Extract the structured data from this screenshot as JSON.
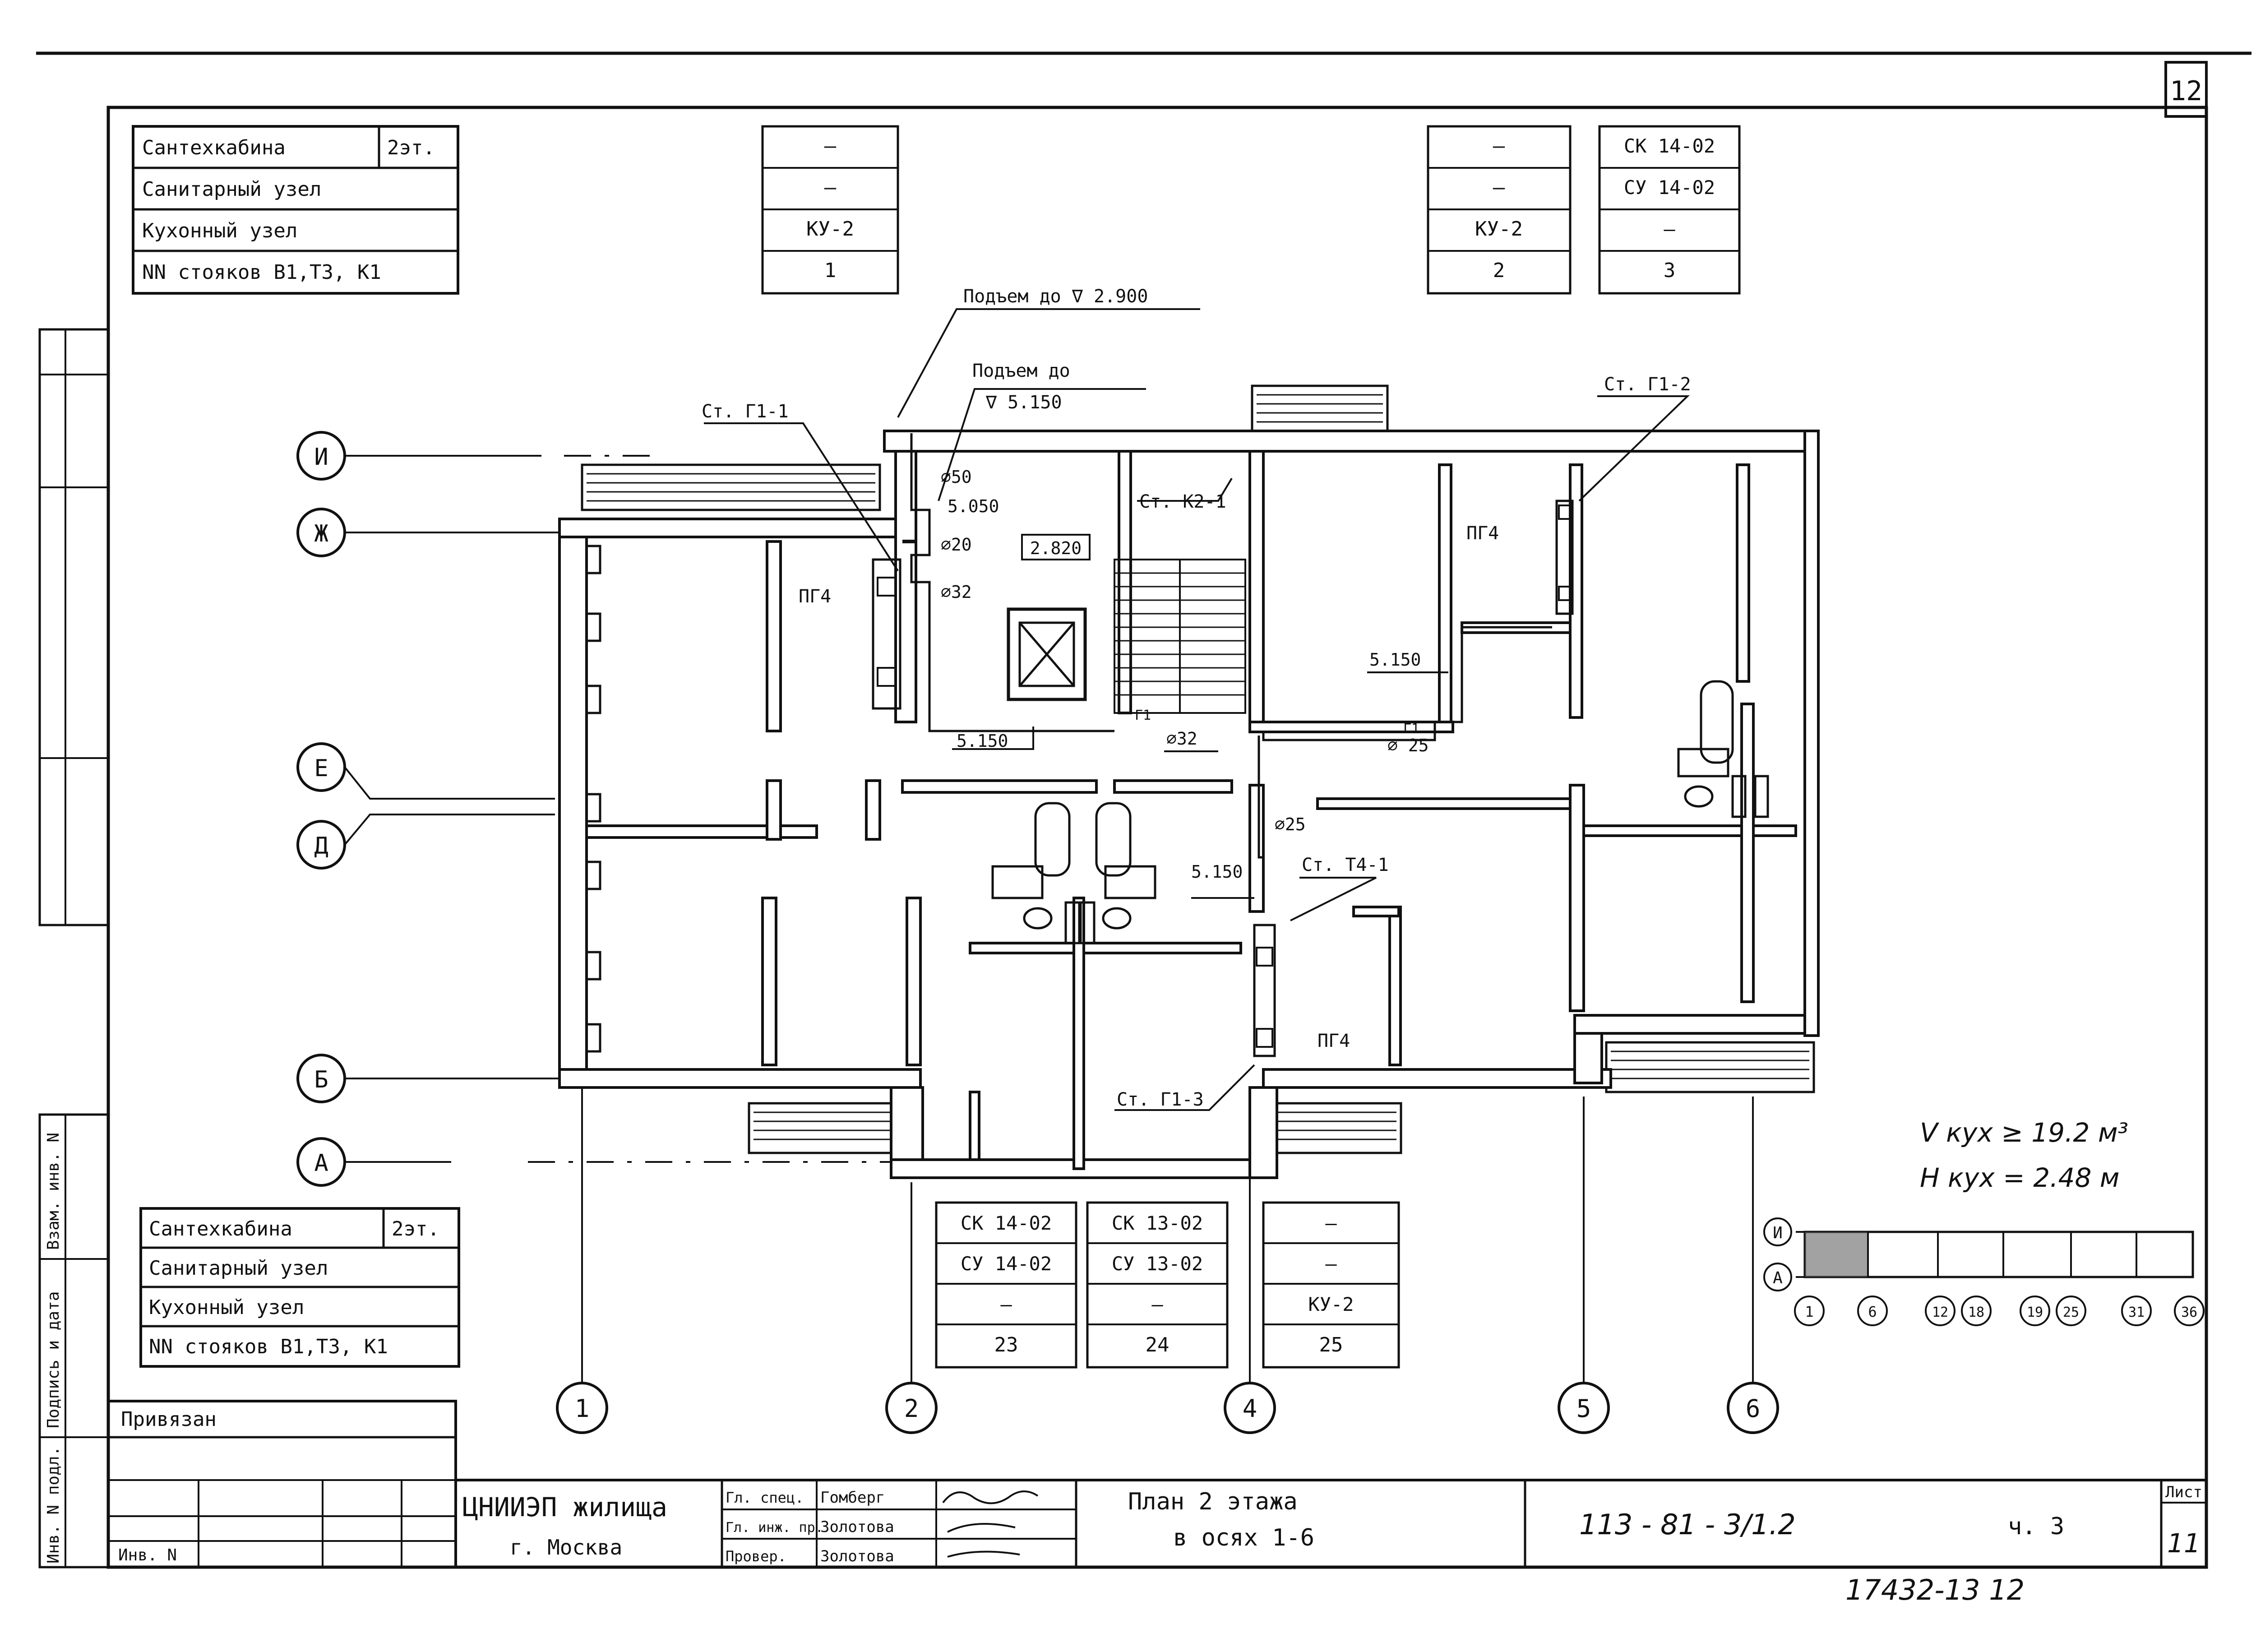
{
  "sheet": {
    "corner_number": "12",
    "list_label": "Лист",
    "list_number": "11",
    "stamp_bottom": "17432-13 12"
  },
  "table_top_left": {
    "rows": [
      "Сантехкабина",
      "Санитарный узел",
      "Кухонный узел",
      "NN стояков В1,Т3, К1"
    ],
    "floor": "2эт."
  },
  "table_bottom_left": {
    "rows": [
      "Сантехкабина",
      "Санитарный узел",
      "Кухонный узел",
      "NN стояков В1,Т3, К1"
    ],
    "floor": "2эт."
  },
  "riser_top": [
    {
      "cells": [
        "—",
        "—",
        "КУ-2",
        "1"
      ]
    },
    {
      "cells": [
        "—",
        "—",
        "КУ-2",
        "2"
      ]
    },
    {
      "cells": [
        "СК 14-02",
        "СУ 14-02",
        "—",
        "3"
      ]
    }
  ],
  "riser_bottom": [
    {
      "cells": [
        "СК 14-02",
        "СУ 14-02",
        "—",
        "23"
      ]
    },
    {
      "cells": [
        "СК 13-02",
        "СУ 13-02",
        "—",
        "24"
      ]
    },
    {
      "cells": [
        "—",
        "—",
        "КУ-2",
        "25"
      ]
    }
  ],
  "axes_letters": [
    "И",
    "Ж",
    "Е",
    "Д",
    "Б",
    "А"
  ],
  "axes_numbers": [
    "1",
    "2",
    "4",
    "5",
    "6"
  ],
  "plan_labels": {
    "podem1": "Подъем до ∇ 2.900",
    "podem2a": "Подъем до",
    "podem2b": "∇ 5.150",
    "st_g1_1": "Ст. Г1-1",
    "st_g1_2": "Ст. Г1-2",
    "st_g1_3": "Ст. Г1-3",
    "st_k2_1": "Ст. К2-1",
    "st_t4_1": "Ст. Т4-1",
    "d50": "⌀50",
    "d20": "⌀20",
    "d32a": "⌀32",
    "d32b": "⌀32",
    "d25a": "⌀ 25",
    "d25b": "⌀25",
    "lvl_5050": "5.050",
    "lvl_2820": "2.820",
    "lvl_5150a": "5.150",
    "lvl_5150b": "5.150",
    "lvl_5150c": "5.150",
    "pg4_1": "ПГ4",
    "pg4_2": "ПГ4",
    "pg4_3": "ПГ4",
    "g1a": "Г1",
    "g1b": "Г1"
  },
  "notes": {
    "v": "V кух ≥ 19.2 м³",
    "h": "H кух = 2.48 м"
  },
  "key_plan": {
    "rows": [
      "И",
      "А"
    ],
    "cols": [
      "1",
      "6",
      "12",
      "18",
      "19",
      "25",
      "31",
      "36"
    ]
  },
  "title_block": {
    "privyazan": "Привязан",
    "inv_n": "Инв. N",
    "org1": "ЦНИИЭП жилища",
    "org2": "г. Москва",
    "roles": [
      "Гл. спец.",
      "Гл. инж. пр.",
      "Провер."
    ],
    "names": [
      "Гомберг",
      "Золотова",
      "Золотова"
    ],
    "title1": "План 2 этажа",
    "title2": "в осях 1-6",
    "code": "113 - 81 - 3/1.2",
    "part": "ч. 3"
  },
  "side_strip": [
    "Взам. инв. N",
    "Подпись и дата",
    "Инв. N подл."
  ]
}
